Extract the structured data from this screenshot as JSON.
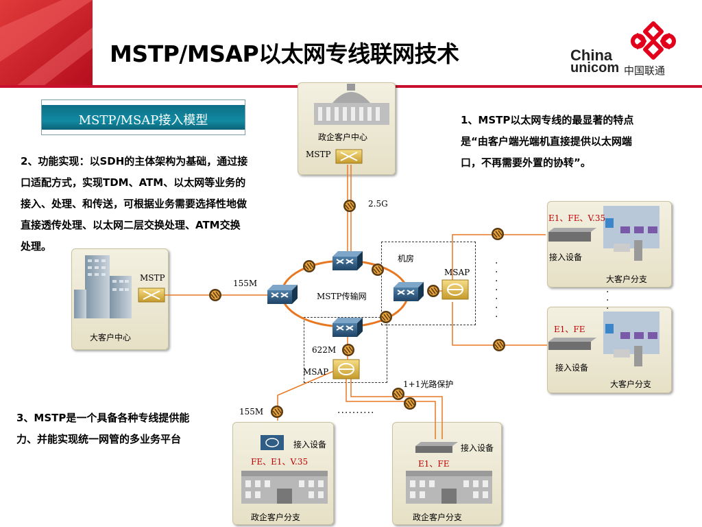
{
  "header": {
    "title": "MSTP/MSAP以太网专线联网技术",
    "logo": {
      "china": "China",
      "unicom": "unicom",
      "cn_name": "中国联通"
    }
  },
  "model_label": "MSTP/MSAP接入模型",
  "point1": {
    "lines": [
      "1、MSTP以太网专线的最显著的特点",
      "是“由客户端光端机直接提供以太网端",
      "口，不再需要外置的协转”。"
    ]
  },
  "point2": {
    "lines": [
      "2、功能实现：以SDH的主体架构为基础，通过接",
      "口适配方式，实现TDM、ATM、以太网等业务的",
      "接入、处理、和传送，可根据业务需要选择性地做",
      "直接透传处理、以太网二层交换处理、ATM交换",
      "处理。"
    ]
  },
  "point3": {
    "lines": [
      "3、MSTP是一个具备各种专线提供能",
      "力、并能实现统一网管的多业务平台"
    ]
  },
  "diagram": {
    "gov_center": {
      "name": "政企客户中心",
      "device": "MSTP"
    },
    "link_25g": "2.5G",
    "big_center": {
      "name": "大客户中心",
      "device": "MSTP"
    },
    "link_155_left": "155M",
    "ring": "MSTP传输网",
    "machine_room": "机房",
    "msap_right": "MSAP",
    "link_622": "622M",
    "msap_bottom": "MSAP",
    "protect": "1+1光路保护",
    "link_155_bottom": "155M",
    "branch_top": {
      "ifaces": "E1、FE、V.35",
      "device": "接入设备",
      "name": "大客户分支"
    },
    "branch_mid": {
      "ifaces": "E1、FE",
      "device": "接入设备",
      "name": "大客户分支"
    },
    "gov_branch_left": {
      "ifaces": "FE、E1、V.35",
      "device": "接入设备",
      "name": "政企客户分支"
    },
    "gov_branch_right": {
      "ifaces": "E1、FE",
      "device": "接入设备",
      "name": "政企客户分支"
    }
  },
  "colors": {
    "brand_red": "#c8102e",
    "link_orange": "#e87722",
    "router_blue": "#2f5d86",
    "msap_gold": "#d7b342"
  }
}
